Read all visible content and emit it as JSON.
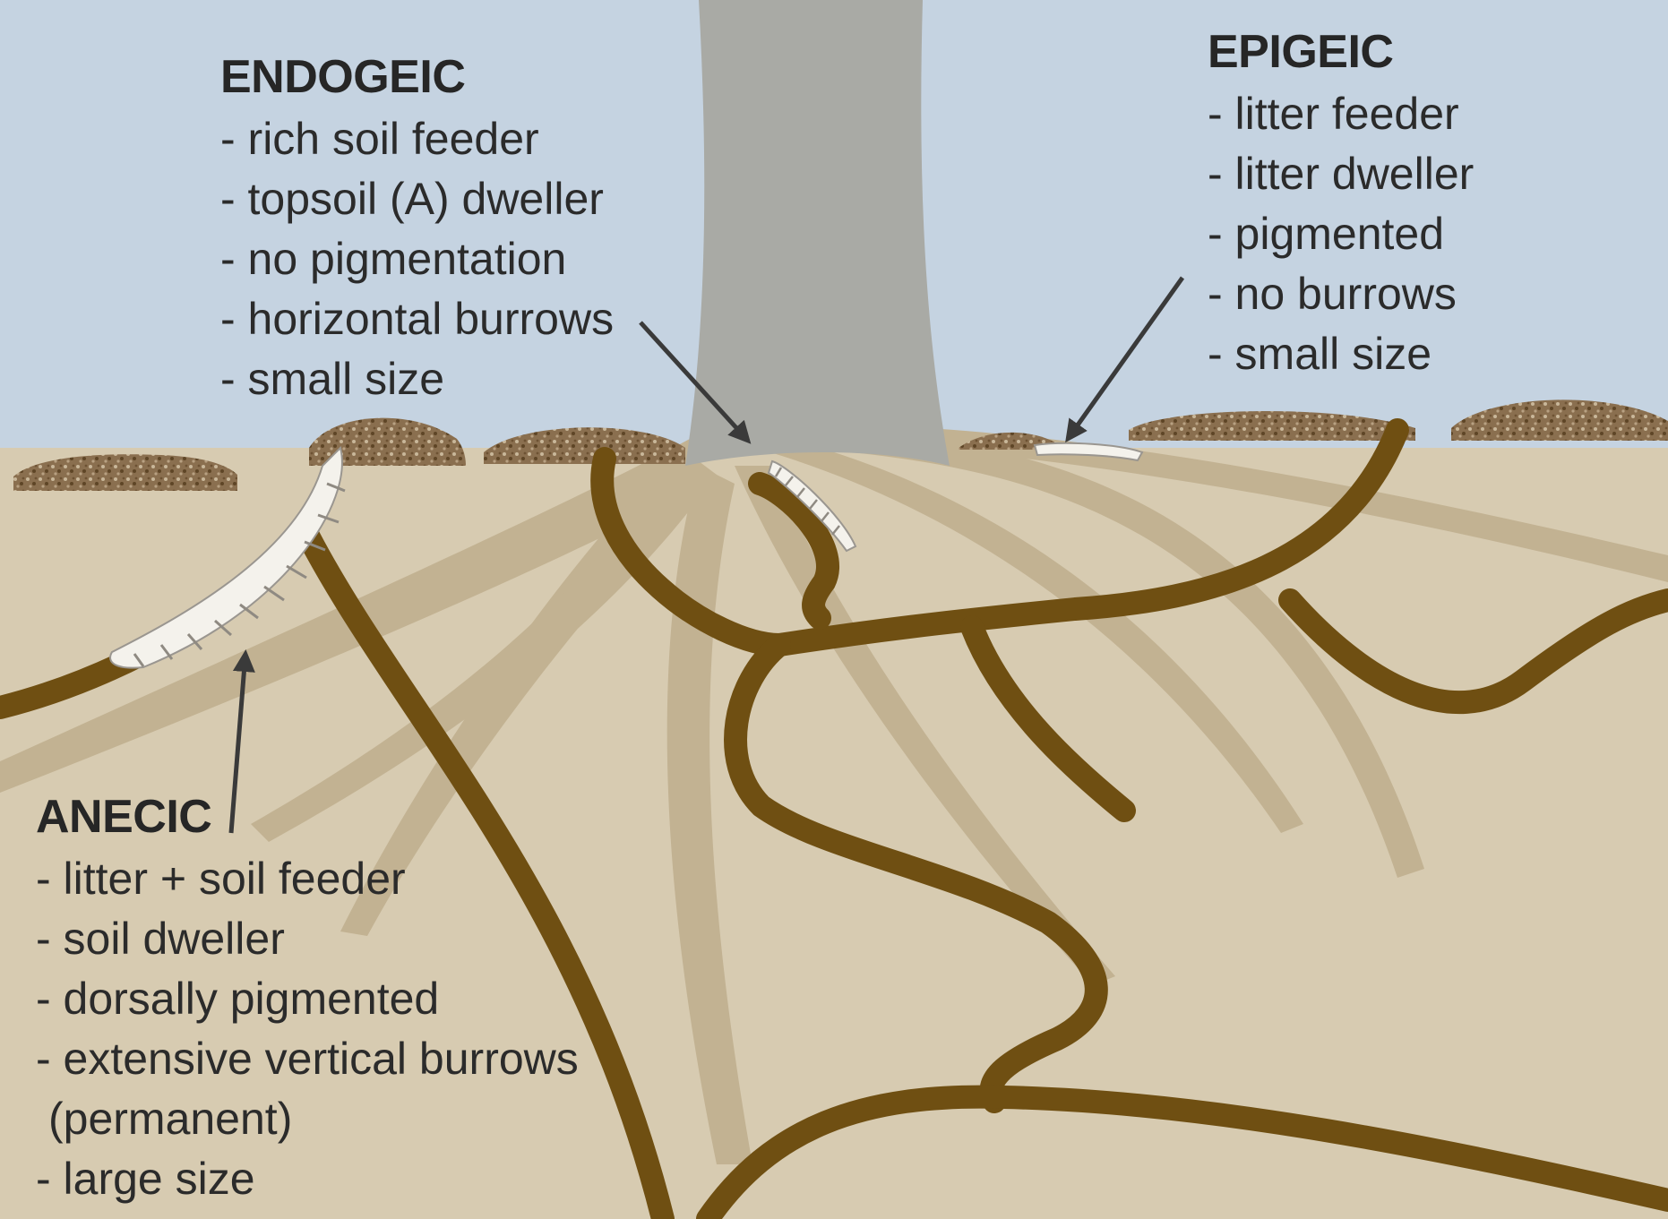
{
  "colors": {
    "sky": "#c5d3e1",
    "soil": "#d7cbb1",
    "trunk": "#a9aaa5",
    "root": "#c2b292",
    "burrow": "#6f4f12",
    "litter": "#8a6f4f",
    "worm": "#f4f2ec",
    "arrow": "#3a3a3a",
    "text": "#2b2b2b"
  },
  "groups": {
    "endogeic": {
      "title": "ENDOGEIC",
      "items": [
        "- rich soil feeder",
        "- topsoil (A) dweller",
        "- no pigmentation",
        "- horizontal burrows",
        "- small size"
      ]
    },
    "epigeic": {
      "title": "EPIGEIC",
      "items": [
        "- litter feeder",
        "- litter dweller",
        "- pigmented",
        "- no burrows",
        "- small size"
      ]
    },
    "anecic": {
      "title": "ANECIC",
      "items": [
        "- litter + soil feeder",
        "- soil dweller",
        "- dorsally pigmented",
        "- extensive vertical burrows",
        "(permanent)",
        "- large size"
      ]
    }
  }
}
